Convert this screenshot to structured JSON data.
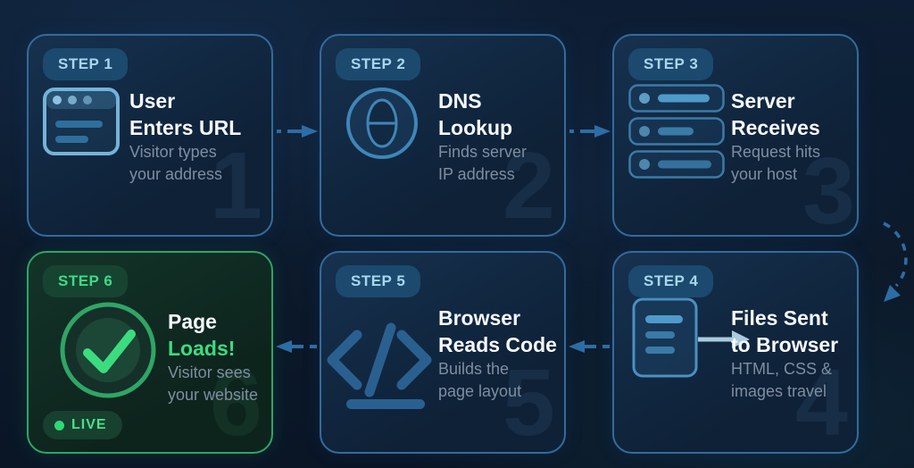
{
  "flow": {
    "steps": [
      {
        "badge": "STEP 1",
        "title": [
          "User",
          "Enters URL"
        ],
        "subtitle": [
          "Visitor types",
          "your address"
        ],
        "watermark": "1",
        "icon": "browser-window"
      },
      {
        "badge": "STEP 2",
        "title": [
          "DNS",
          "Lookup"
        ],
        "subtitle": [
          "Finds server",
          "IP address"
        ],
        "watermark": "2",
        "icon": "globe"
      },
      {
        "badge": "STEP 3",
        "title": [
          "Server",
          "Receives"
        ],
        "subtitle": [
          "Request hits",
          "your host"
        ],
        "watermark": "3",
        "icon": "server-stack"
      },
      {
        "badge": "STEP 4",
        "title": [
          "Files Sent",
          "to Browser"
        ],
        "subtitle": [
          "HTML, CSS &",
          "images travel"
        ],
        "watermark": "4",
        "icon": "document-file"
      },
      {
        "badge": "STEP 5",
        "title": [
          "Browser",
          "Reads Code"
        ],
        "subtitle": [
          "Builds the",
          "page layout"
        ],
        "watermark": "5",
        "icon": "code-brackets"
      },
      {
        "badge": "STEP 6",
        "title": [
          "Page",
          "Loads!"
        ],
        "subtitle": [
          "Visitor sees",
          "your website"
        ],
        "watermark": "6",
        "icon": "check-circle",
        "live_label": "LIVE"
      }
    ]
  },
  "colors": {
    "background": "#0b1829",
    "card_background": "#0e2137",
    "card_border_blue": "#346b9c",
    "badge_background_blue": "#1b4a6e",
    "badge_text_blue": "#a9d6ee",
    "title_white": "#f5f8fb",
    "subtitle_gray": "#7e8ea1",
    "arrow_blue": "#2d6da5",
    "icon_blue": "#4a90c0",
    "icon_light_blue": "#8cc3e2",
    "send_arrow_light": "#a8cbdd",
    "green_accent": "#3bdc80",
    "green_border": "#2fa566",
    "green_badge_background": "#164431",
    "live_dot_green": "#2fd975"
  }
}
